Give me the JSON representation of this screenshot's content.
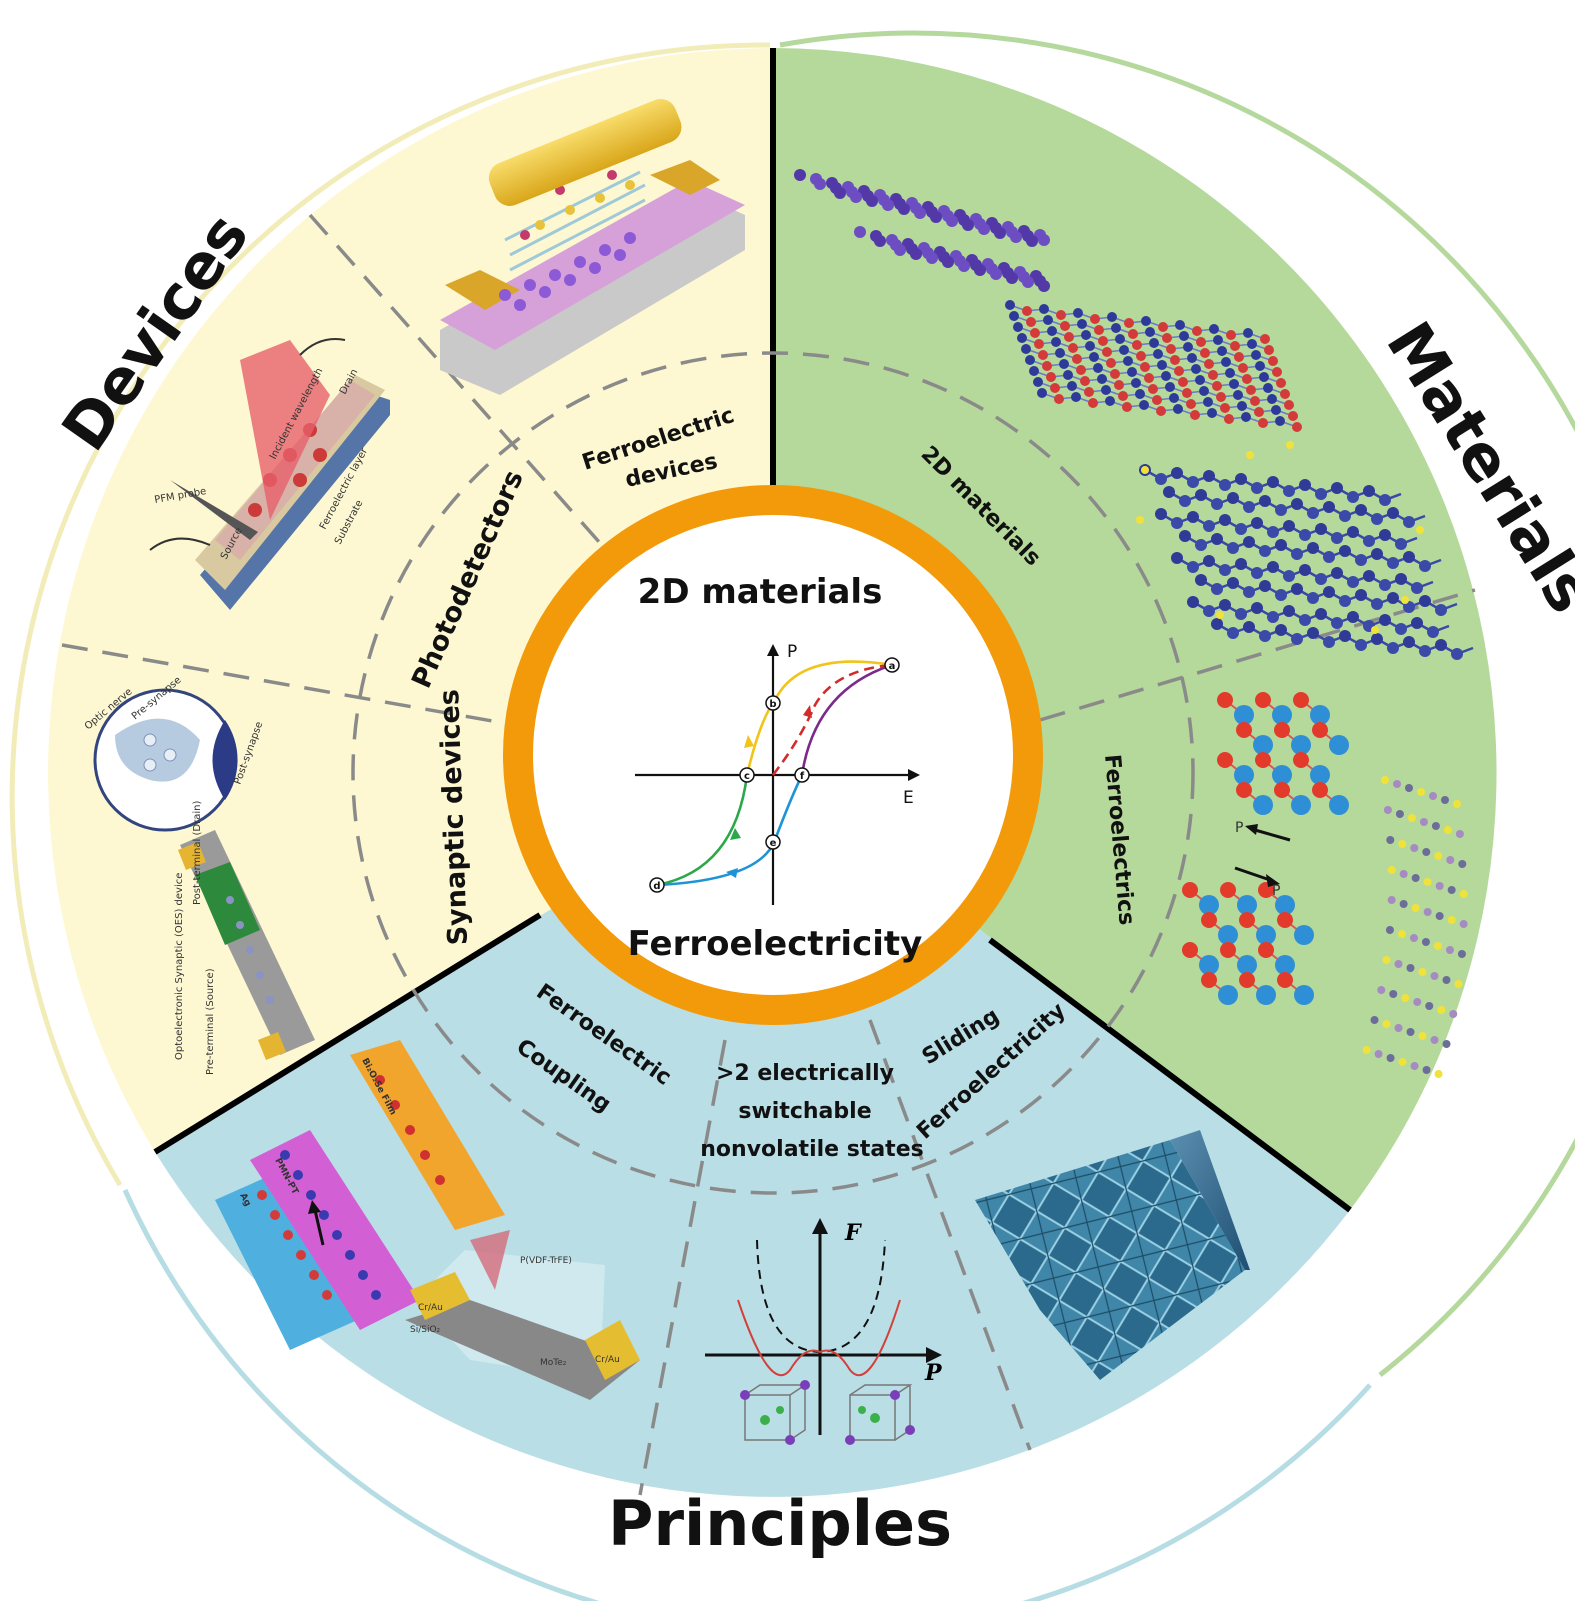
{
  "center": {
    "title_top": "2D materials",
    "title_bottom": "Ferroelectricity",
    "axis_p": "P",
    "axis_e": "E",
    "points": [
      "a",
      "b",
      "c",
      "d",
      "e",
      "f"
    ]
  },
  "outer_labels": {
    "devices": "Devices",
    "materials": "Materials",
    "principles": "Principles"
  },
  "devices": {
    "ferroelectric_devices_line1": "Ferroelectric",
    "ferroelectric_devices_line2": "devices",
    "photodetectors": "Photodetectors",
    "synaptic_devices": "Synaptic devices",
    "photodetector_labels": [
      "Incident wavelength",
      "Drain",
      "Source",
      "PFM probe",
      "Ferroelectric layer",
      "Substrate"
    ],
    "synaptic_labels": [
      "Optic nerve",
      "Pre-synapse",
      "Post-synapse",
      "Optoelectronic Synaptic (OES) device",
      "Post-terminal (Drain)",
      "Pre-terminal (Source)"
    ]
  },
  "materials": {
    "two_d_materials": "2D materials",
    "ferroelectrics": "Ferroelectrics",
    "arrow_labels": [
      "P",
      "P"
    ]
  },
  "principles": {
    "coupling_line1": "Ferroelectric",
    "coupling_line2": "Coupling",
    "states_line1": ">2 electrically",
    "states_line2": "switchable",
    "states_line3": "nonvolatile states",
    "sliding_line1": "Sliding",
    "sliding_line2": "Ferroelectricity",
    "coupling_labels": [
      "Bi₂O₂Se Film",
      "PMN-PT",
      "Ag",
      "P(VDF-TrFE)",
      "Cr/Au",
      "Si/SiO₂",
      "MoTe₂",
      "Cr/Au"
    ],
    "energy_axis_f": "F",
    "energy_axis_p": "P"
  },
  "colors": {
    "devices_bg": "#fdf8d2",
    "materials_bg": "#b4d99a",
    "principles_bg": "#b9dee5",
    "ring": "#f39a0b"
  }
}
